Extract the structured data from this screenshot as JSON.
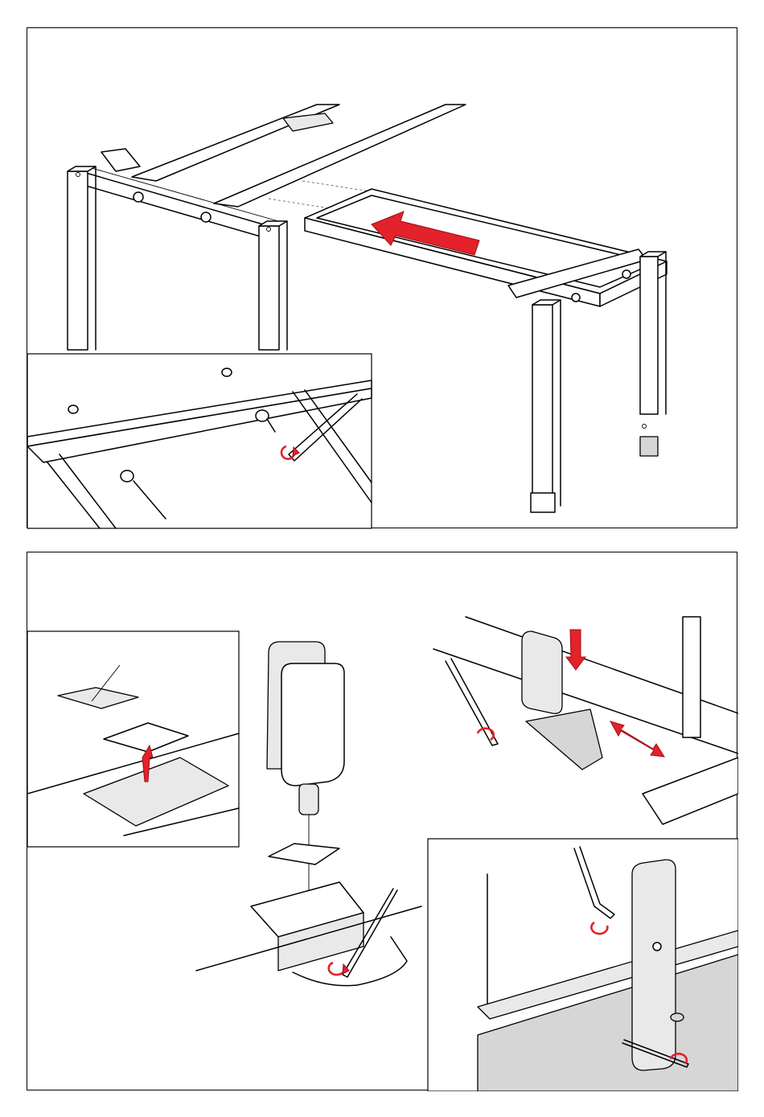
{
  "figure": {
    "type": "assembly-instructions",
    "panels": [
      {
        "name": "frame-assembly",
        "inset": "bolt-fastening-detail"
      },
      {
        "name": "screen-bracket-mounting",
        "insets": [
          "glide-plate-detail",
          "bracket-tightening-detail"
        ]
      }
    ]
  },
  "colors": {
    "line": "#000000",
    "accent_arrow": "#e3222b",
    "panel_fill": "#e9e9e9",
    "shadow_fill": "#d6d6d6"
  },
  "icons": [
    "allen-key-icon",
    "rotate-arrow-icon",
    "push-arrow-icon",
    "double-arrow-icon"
  ]
}
